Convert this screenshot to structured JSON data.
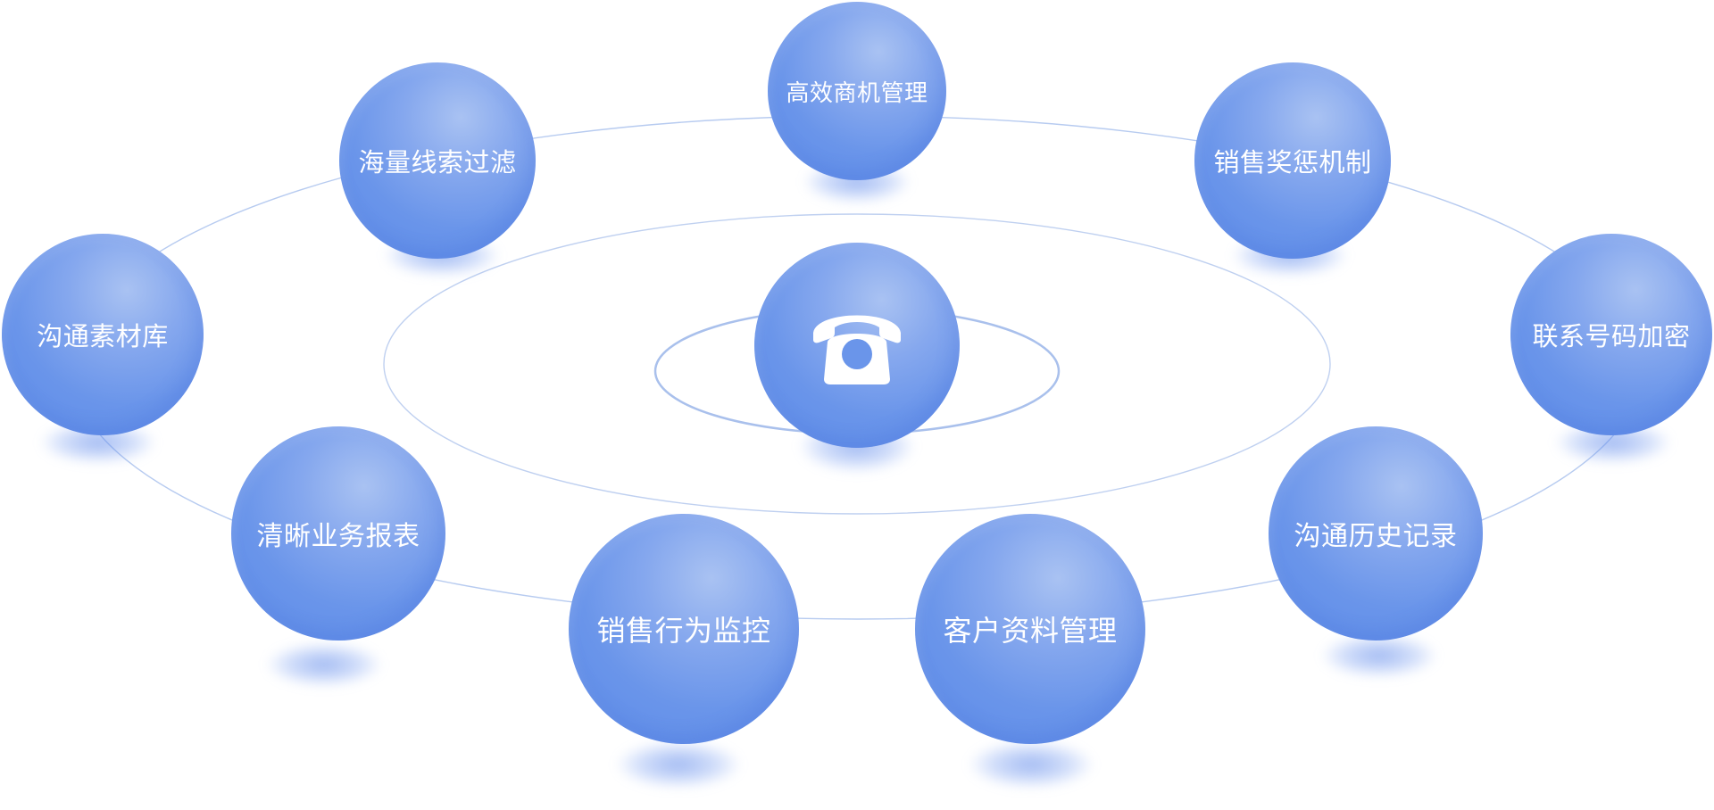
{
  "center": {
    "icon": "telephone-icon"
  },
  "nodes": [
    {
      "id": "top",
      "label": "高效商机管理"
    },
    {
      "id": "upper-left",
      "label": "海量线索过滤"
    },
    {
      "id": "upper-right",
      "label": "销售奖惩机制"
    },
    {
      "id": "left",
      "label": "沟通素材库"
    },
    {
      "id": "right",
      "label": "联系号码加密"
    },
    {
      "id": "lower-left",
      "label": "清晰业务报表"
    },
    {
      "id": "lower-right",
      "label": "沟通历史记录"
    },
    {
      "id": "bottom-left",
      "label": "销售行为监控"
    },
    {
      "id": "bottom-right",
      "label": "客户资料管理"
    }
  ],
  "colors": {
    "ball": "#6a95ea",
    "orbit": "#a9c0ec",
    "text": "#ffffff"
  }
}
